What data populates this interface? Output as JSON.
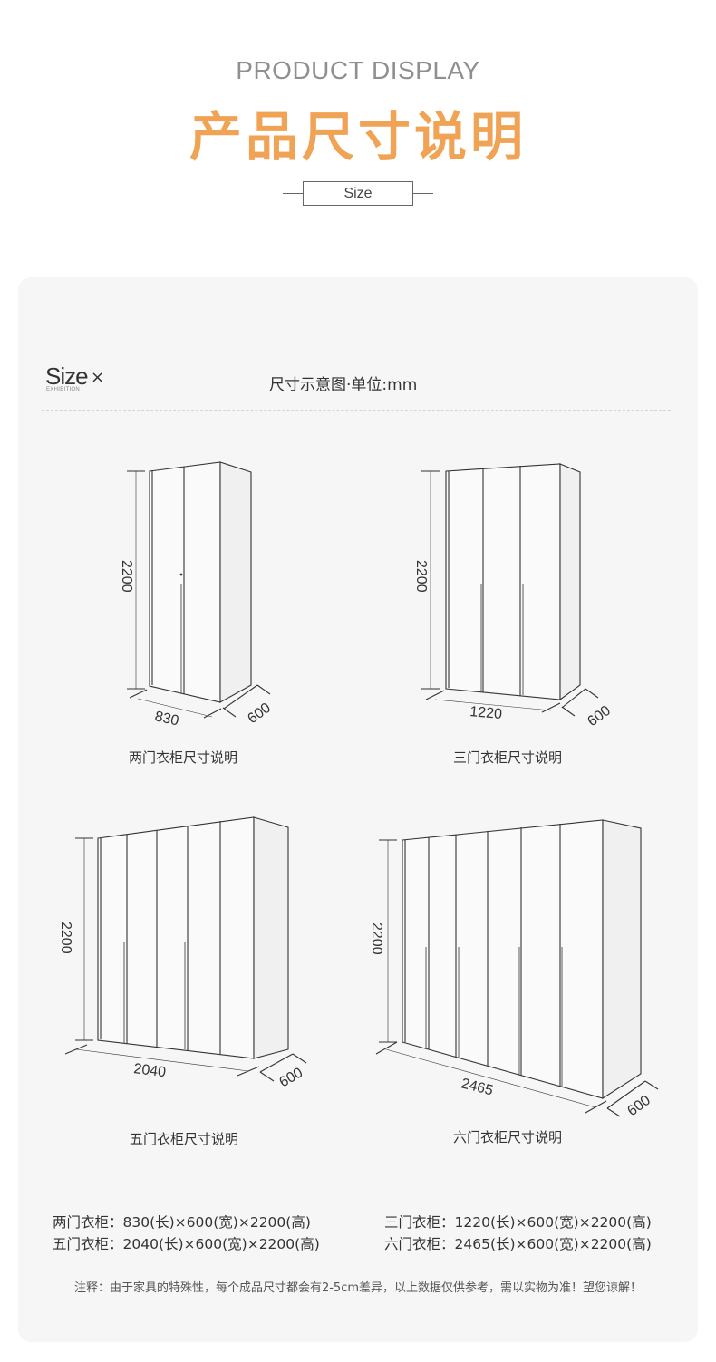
{
  "header": {
    "en_title": "PRODUCT DISPLAY",
    "cn_title": "产品尺寸说明",
    "size_tag": "Size"
  },
  "panel": {
    "size_label": "Size",
    "size_x": "×",
    "size_sub": "EXHIBITION",
    "unit_note": "尺寸示意图·单位:mm"
  },
  "wardrobes": [
    {
      "caption": "两门衣柜尺寸说明",
      "height": "2200",
      "width": "830",
      "depth": "600"
    },
    {
      "caption": "三门衣柜尺寸说明",
      "height": "2200",
      "width": "1220",
      "depth": "600"
    },
    {
      "caption": "五门衣柜尺寸说明",
      "height": "2200",
      "width": "2040",
      "depth": "600"
    },
    {
      "caption": "六门衣柜尺寸说明",
      "height": "2200",
      "width": "2465",
      "depth": "600"
    }
  ],
  "specs": [
    "两门衣柜：830(长)×600(宽)×2200(高)",
    "三门衣柜：1220(长)×600(宽)×2200(高)",
    "五门衣柜：2040(长)×600(宽)×2200(高)",
    "六门衣柜：2465(长)×600(宽)×2200(高)"
  ],
  "note": "注释：由于家具的特殊性，每个成品尺寸都会有2-5cm差异，以上数据仅供参考，需以实物为准！望您谅解！"
}
